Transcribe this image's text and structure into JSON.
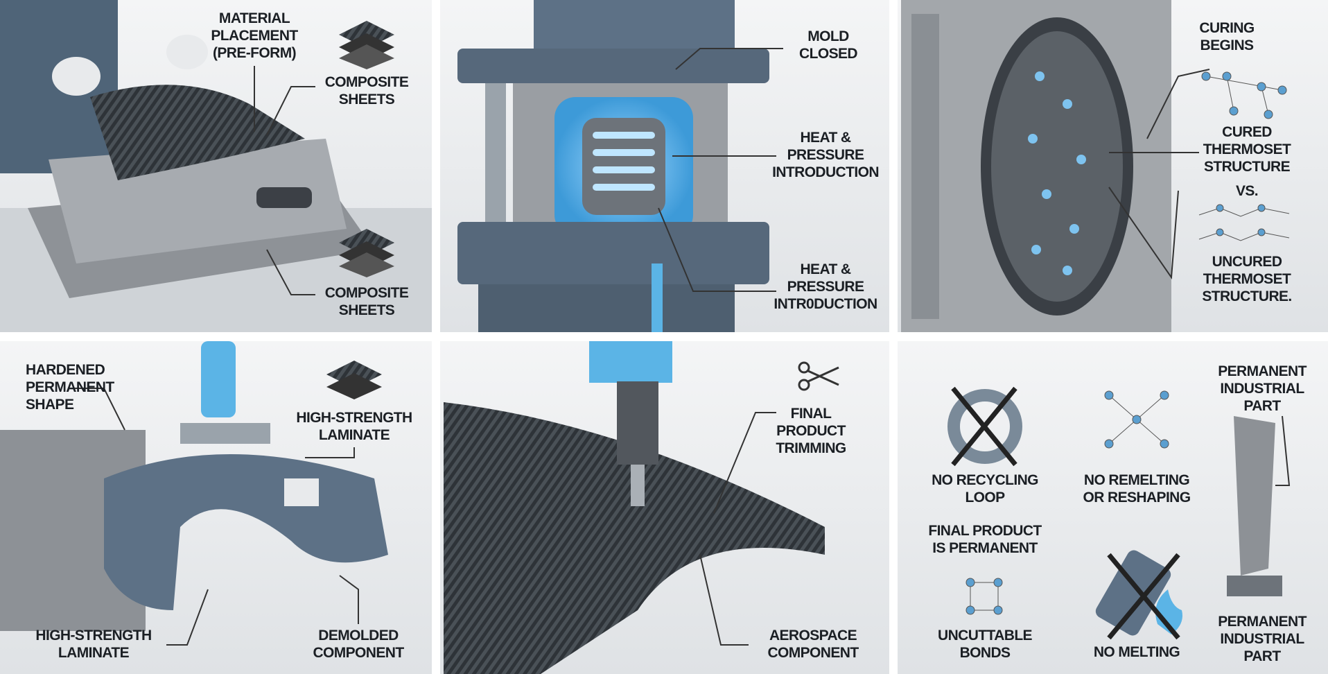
{
  "colors": {
    "accent_blue": "#5bb4e6",
    "steel": "#5d7186",
    "mold_gray": "#9a9ea3",
    "background": "#eef0f2",
    "text": "#1b1f24"
  },
  "panels": [
    {
      "labels": {
        "material_placement": [
          "MATERIAL",
          "PLACEMENT",
          "(PRE-FORM)"
        ],
        "composite_sheets_top": [
          "COMPOSITE",
          "SHEETS"
        ],
        "composite_sheets_bottom": [
          "COMPOSITE",
          "SHEETS"
        ]
      },
      "icons": [
        "composite-sheet-stack-icon",
        "composite-sheet-stack-icon"
      ]
    },
    {
      "labels": {
        "mold_closed": [
          "MOLD",
          "CLOSED"
        ],
        "heat_pressure_1": [
          "HEAT &",
          "PRESSURE",
          "INTRODUCTION"
        ],
        "heat_pressure_2": [
          "HEAT &",
          "PRESSURE",
          "INTR0DUCTION"
        ]
      }
    },
    {
      "labels": {
        "curing_begins": [
          "CURING",
          "BEGINS"
        ],
        "cured": [
          "CURED",
          "THERMOSET",
          "STRUCTURE"
        ],
        "vs": "VS.",
        "uncured": [
          "UNCURED",
          "THERMOSET",
          "STRUCTURE."
        ]
      }
    },
    {
      "labels": {
        "hardened": [
          "HARDENED",
          "PERMANENT",
          "SHAPE"
        ],
        "laminate_right": [
          "HIGH-STRENGTH",
          "LAMINATE"
        ],
        "laminate_left": [
          "HIGH-STRENGTH",
          "LAMINATE"
        ],
        "demolded": [
          "DEMOLDED",
          "COMPONENT"
        ]
      },
      "icons": [
        "composite-sheet-stack-icon"
      ]
    },
    {
      "labels": {
        "trimming": [
          "FINAL",
          "PRODUCT",
          "TRIMMING"
        ],
        "aerospace": [
          "AEROSPACE",
          "COMPONENT"
        ]
      },
      "icons": [
        "scissors-icon"
      ]
    },
    {
      "labels": {
        "permanent_top": [
          "PERMANENT",
          "INDUSTRIAL",
          "PART"
        ],
        "no_recycling": [
          "NO RECYCLING",
          "LOOP"
        ],
        "no_remelting": [
          "NO REMELTING",
          "OR RESHAPING"
        ],
        "final_permanent": [
          "FINAL PRODUCT",
          "IS PERMANENT"
        ],
        "uncuttable": [
          "UNCUTTABLE",
          "BONDS"
        ],
        "no_melting": "NO MELTING",
        "permanent_bottom": [
          "PERMANENT",
          "INDUSTRIAL",
          "PART"
        ]
      },
      "icons": [
        "crossed-recycle-icon",
        "molecule-network-icon",
        "molecule-network-icon",
        "crossed-flame-icon"
      ]
    }
  ]
}
